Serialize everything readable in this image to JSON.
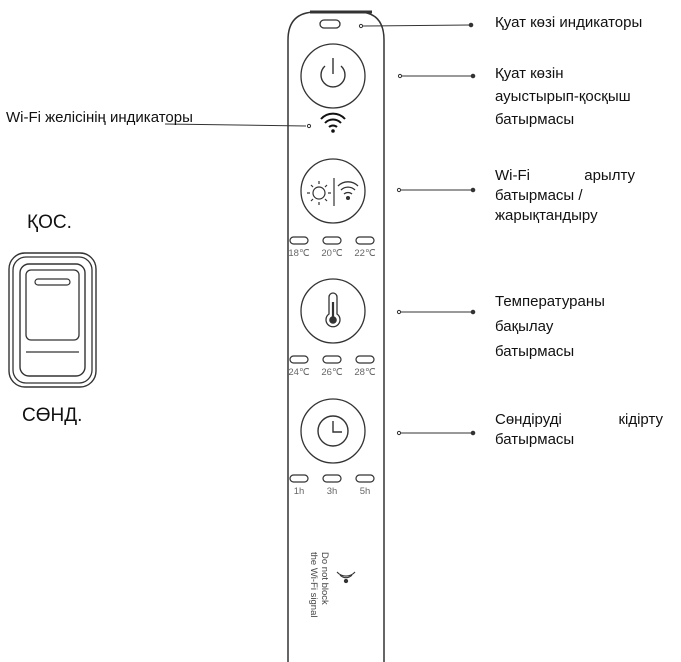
{
  "left": {
    "wifi_indicator_label": "Wi-Fi желісінің индикаторы",
    "switch_on_label": "ҚОС.",
    "switch_off_label": "СӨНД."
  },
  "callouts": {
    "power_indicator": "Қуат көзі индикаторы",
    "power_button": [
      "Қуат көзін",
      "ауыстырып-қосқыш",
      "батырмасы"
    ],
    "wifi_reset": [
      "Wi-Fi арылту",
      "батырмасы /",
      "жарықтандыру"
    ],
    "temperature": [
      "Температураны",
      "бақылау",
      "батырмасы"
    ],
    "timer": [
      "Сөндіруді кідірту",
      "батырмасы"
    ]
  },
  "device": {
    "brightness_levels": [
      "18℃",
      "20℃",
      "22℃"
    ],
    "temperature_levels": [
      "24℃",
      "26℃",
      "28℃"
    ],
    "timer_levels": [
      "1h",
      "3h",
      "5h"
    ],
    "notice_line1": "Do not block",
    "notice_line2": "the Wi-Fi signal"
  }
}
